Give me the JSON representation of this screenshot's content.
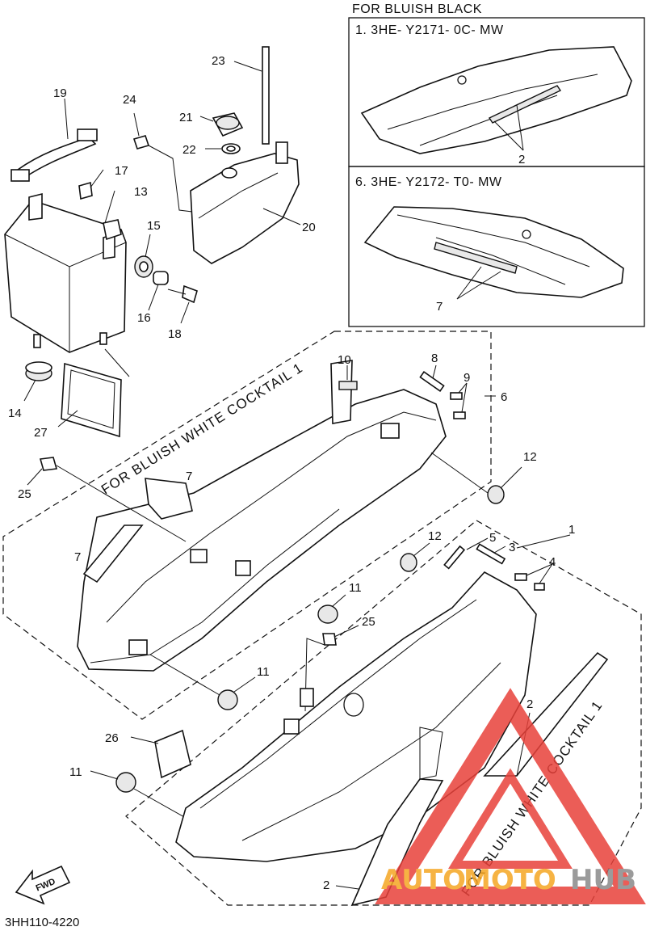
{
  "panels": {
    "header": "FOR BLUISH BLACK",
    "top": {
      "code": "1. 3HE- Y2171- 0C- MW",
      "callout": "2"
    },
    "bottom": {
      "code": "6. 3HE- Y2172- T0- MW",
      "callout": "7"
    }
  },
  "group_labels": {
    "left_cover": "FOR BLUISH WHITE COCKTAIL 1",
    "right_cover": "FOR BLUISH WHITE COCKTAIL 1"
  },
  "callouts": {
    "n1": "1",
    "n2a": "2",
    "n2b": "2",
    "n3": "3",
    "n4": "4",
    "n5": "5",
    "n6": "6",
    "n7a": "7",
    "n7b": "7",
    "n8": "8",
    "n9": "9",
    "n10": "10",
    "n11a": "11",
    "n11b": "11",
    "n11c": "11",
    "n12a": "12",
    "n12b": "12",
    "n13": "13",
    "n14": "14",
    "n15": "15",
    "n16": "16",
    "n17": "17",
    "n18": "18",
    "n19": "19",
    "n20": "20",
    "n21": "21",
    "n22": "22",
    "n23": "23",
    "n24": "24",
    "n25a": "25",
    "n25b": "25",
    "n26": "26",
    "n27": "27"
  },
  "fwd_label": "FWD",
  "diagram_code": "3HH110-4220",
  "watermark": {
    "text_auto": "AUTO",
    "text_moto": "MOTO",
    "text_hub": "HUB",
    "color_red": "#e8413a",
    "color_orange": "#f5a623",
    "color_gray": "#8a8a8a"
  }
}
